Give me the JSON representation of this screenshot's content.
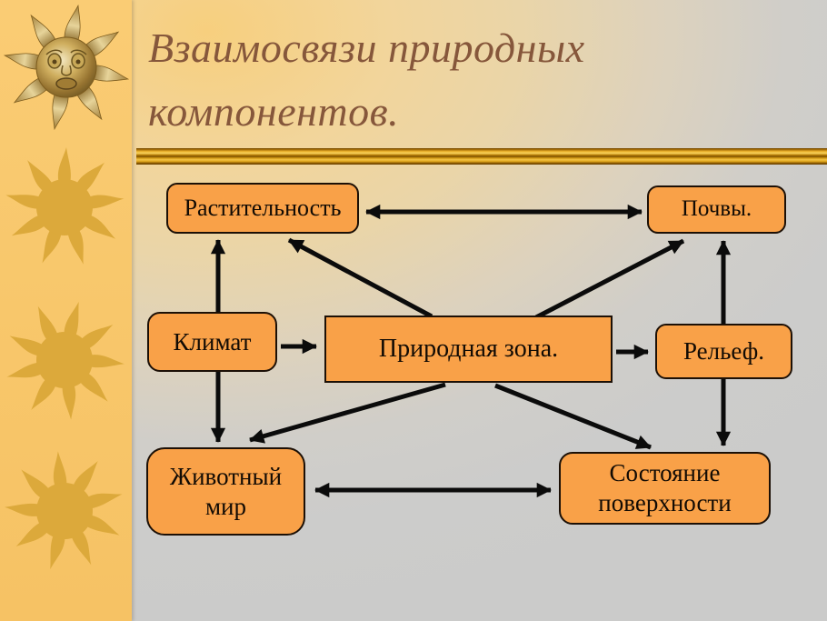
{
  "slide": {
    "title": {
      "line1": "Взаимосвязи природных",
      "line2": "компонентов."
    }
  },
  "diagram": {
    "nodes": {
      "rastitelnost": "Растительность",
      "pochvy": "Почвы.",
      "klimat": "Климат",
      "prirodnaya_zona": "Природная зона.",
      "relief": "Рельеф.",
      "zhivotny_mir": "Животный мир",
      "sostoyanie_poverkhnosti": "Состояние поверхности"
    },
    "edges": [
      {
        "from": "rastitelnost",
        "to": "pochvy",
        "direction": "both"
      },
      {
        "from": "rastitelnost",
        "to": "zhivotny_mir",
        "direction": "both"
      },
      {
        "from": "prirodnaya_zona",
        "to": "rastitelnost",
        "direction": "to"
      },
      {
        "from": "prirodnaya_zona",
        "to": "pochvy",
        "direction": "to"
      },
      {
        "from": "klimat",
        "to": "prirodnaya_zona",
        "direction": "to"
      },
      {
        "from": "prirodnaya_zona",
        "to": "relief",
        "direction": "to"
      },
      {
        "from": "pochvy",
        "to": "sostoyanie_poverkhnosti",
        "direction": "both"
      },
      {
        "from": "prirodnaya_zona",
        "to": "zhivotny_mir",
        "direction": "to"
      },
      {
        "from": "prirodnaya_zona",
        "to": "sostoyanie_poverkhnosti",
        "direction": "to"
      },
      {
        "from": "zhivotny_mir",
        "to": "sostoyanie_poverkhnosti",
        "direction": "both"
      }
    ]
  },
  "icons": {
    "ornament_top": "sun-face-ornament",
    "ornament_repeat": "sun-ray-silhouette"
  },
  "colors": {
    "node_fill": "#F9A148",
    "node_border": "#1C1006",
    "title_text": "#86573B",
    "sidebar_bg": "#F8C76B",
    "sidebar_sun": "#DCA93B",
    "arrow": "#0B0B0B",
    "gold_bar": "#D99410",
    "background_warm": "#F7CF7E",
    "background_gray": "#CBCBCA"
  }
}
